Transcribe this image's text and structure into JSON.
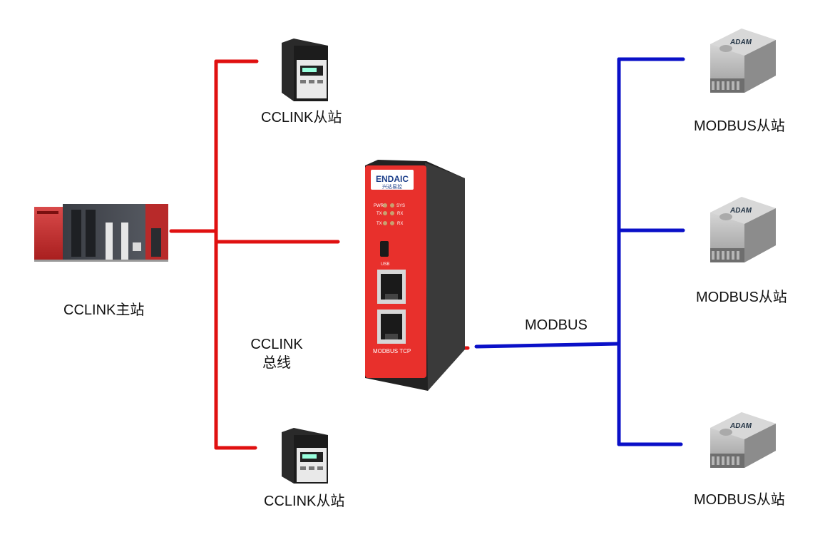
{
  "labels": {
    "cclink_master": "CCLINK主站",
    "cclink_slave_top": "CCLINK从站",
    "cclink_slave_bottom": "CCLINK从站",
    "cclink_bus_line1": "CCLINK",
    "cclink_bus_line2": "总线",
    "modbus_bus": "MODBUS",
    "modbus_slave_1": "MODBUS从站",
    "modbus_slave_2": "MODBUS从站",
    "modbus_slave_3": "MODBUS从站"
  },
  "gateway": {
    "brand": "ENDAIC",
    "brand_sub": "兴达易控",
    "led_pwr": "PWR",
    "led_sys": "SYS",
    "led_tx1": "TX",
    "led_rx1": "RX",
    "led_tx2": "TX",
    "led_rx2": "RX",
    "usb_label": "USB",
    "port_label": "MODBUS  TCP"
  },
  "adam_label": "ADAM",
  "colors": {
    "cclink_line": "#e01010",
    "modbus_line": "#0a10c8",
    "gateway_red": "#e8302c"
  }
}
